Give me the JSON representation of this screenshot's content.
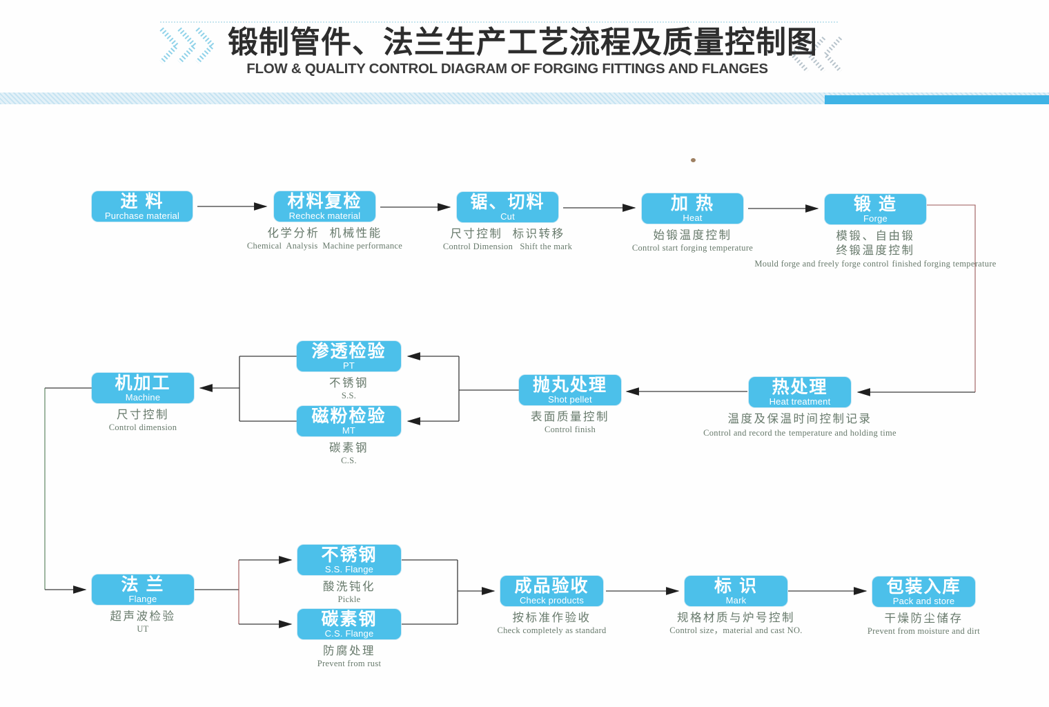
{
  "header": {
    "title_cn": "锻制管件、法兰生产工艺流程及质量控制图",
    "title_en": "FLOW & QUALITY CONTROL DIAGRAM OF FORGING FITTINGS AND FLANGES"
  },
  "colors": {
    "box_fill": "#4cc0ea",
    "box_text": "#ffffff",
    "note_text": "#67796b",
    "band_light": "#e3f1f8",
    "band_solid": "#3fb3e5",
    "arrow_line": "#3a3a3a",
    "vertical_line_red_tint": "#9a5656",
    "vertical_line_green_tint": "#4f7a55",
    "chevron_left": "#8fd2e9",
    "chevron_right": "#b7c3cb"
  },
  "nodes": {
    "purchase": {
      "cn": "进 料",
      "en": "Purchase material"
    },
    "recheck": {
      "cn": "材料复检",
      "en": "Recheck material",
      "note_cn": "化学分析  机械性能",
      "note_en": "Chemical  Analysis  Machine performance"
    },
    "cut": {
      "cn": "锯、切料",
      "en": "Cut",
      "note_cn": "尺寸控制  标识转移",
      "note_en": "Control Dimension   Shift the mark"
    },
    "heat": {
      "cn": "加 热",
      "en": "Heat",
      "note_cn": "始锻温度控制",
      "note_en": "Control start forging temperature"
    },
    "forge": {
      "cn": "锻 造",
      "en": "Forge",
      "note_cn1": "模锻、自由锻",
      "note_cn2": "终锻温度控制",
      "note_en1": "Mould forge and freely forge control",
      "note_en2": "finished forging temperature"
    },
    "heat_treatment": {
      "cn": "热处理",
      "en": "Heat treatment",
      "note_cn": "温度及保温时间控制记录",
      "note_en1": "Control and record the",
      "note_en2": "temperature and holding time"
    },
    "shot_pellet": {
      "cn": "抛丸处理",
      "en": "Shot pellet",
      "note_cn": "表面质量控制",
      "note_en": "Control finish"
    },
    "pt": {
      "cn": "渗透检验",
      "en": "PT",
      "note_cn": "不锈钢",
      "note_en": "S.S."
    },
    "mt": {
      "cn": "磁粉检验",
      "en": "MT",
      "note_cn": "碳素钢",
      "note_en": "C.S."
    },
    "machine": {
      "cn": "机加工",
      "en": "Machine",
      "note_cn": "尺寸控制",
      "note_en": "Control dimension"
    },
    "flange": {
      "cn": "法 兰",
      "en": "Flange",
      "note_cn": "超声波检验",
      "note_en": "UT"
    },
    "ss_flange": {
      "cn": "不锈钢",
      "en": "S.S. Flange",
      "note_cn": "酸洗钝化",
      "note_en": "Pickle"
    },
    "cs_flange": {
      "cn": "碳素钢",
      "en": "C.S. Flange",
      "note_cn": "防腐处理",
      "note_en": "Prevent from rust"
    },
    "check": {
      "cn": "成品验收",
      "en": "Check products",
      "note_cn": "按标准作验收",
      "note_en": "Check completely as standard"
    },
    "mark": {
      "cn": "标 识",
      "en": "Mark",
      "note_cn": "规格材质与炉号控制",
      "note_en": "Control size，material and cast NO."
    },
    "pack": {
      "cn": "包装入库",
      "en": "Pack and store",
      "note_cn": "干燥防尘储存",
      "note_en": "Prevent from moisture and dirt"
    }
  }
}
